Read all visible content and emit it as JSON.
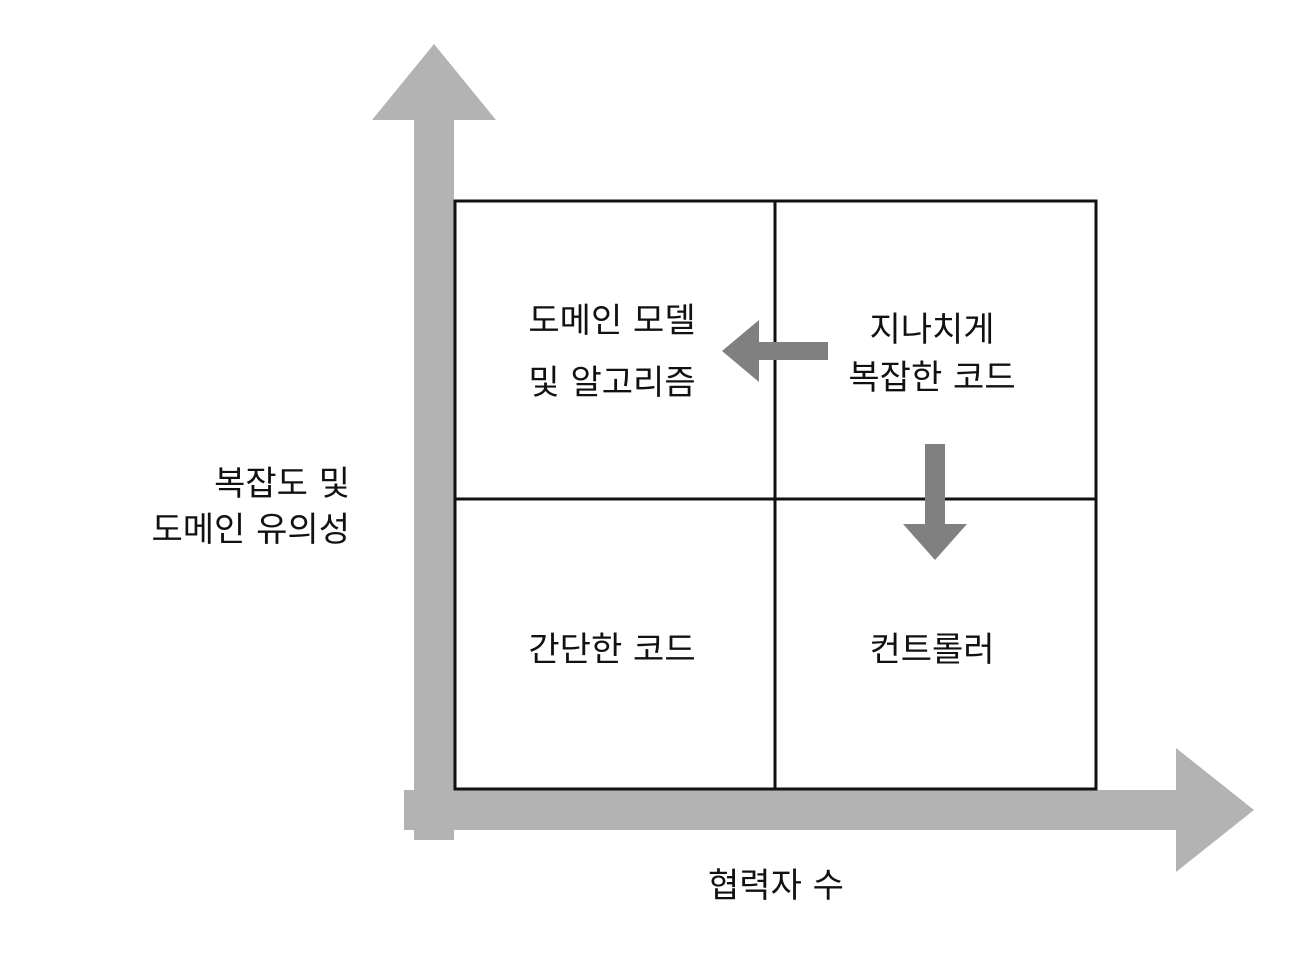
{
  "axes": {
    "y_label": [
      "복잡도 및",
      "도메인 유의성"
    ],
    "x_label": "협력자 수",
    "axis_color": "#b3b3b3"
  },
  "quadrants": {
    "top_left": [
      "도메인 모델",
      "및 알고리즘"
    ],
    "top_right": [
      "지나치게",
      "복잡한 코드"
    ],
    "bottom_left": [
      "간단한 코드"
    ],
    "bottom_right": [
      "컨트롤러"
    ]
  },
  "arrows": {
    "color": "#808080",
    "left_arrow_icon": "arrow-left-icon",
    "down_arrow_icon": "arrow-down-icon"
  }
}
